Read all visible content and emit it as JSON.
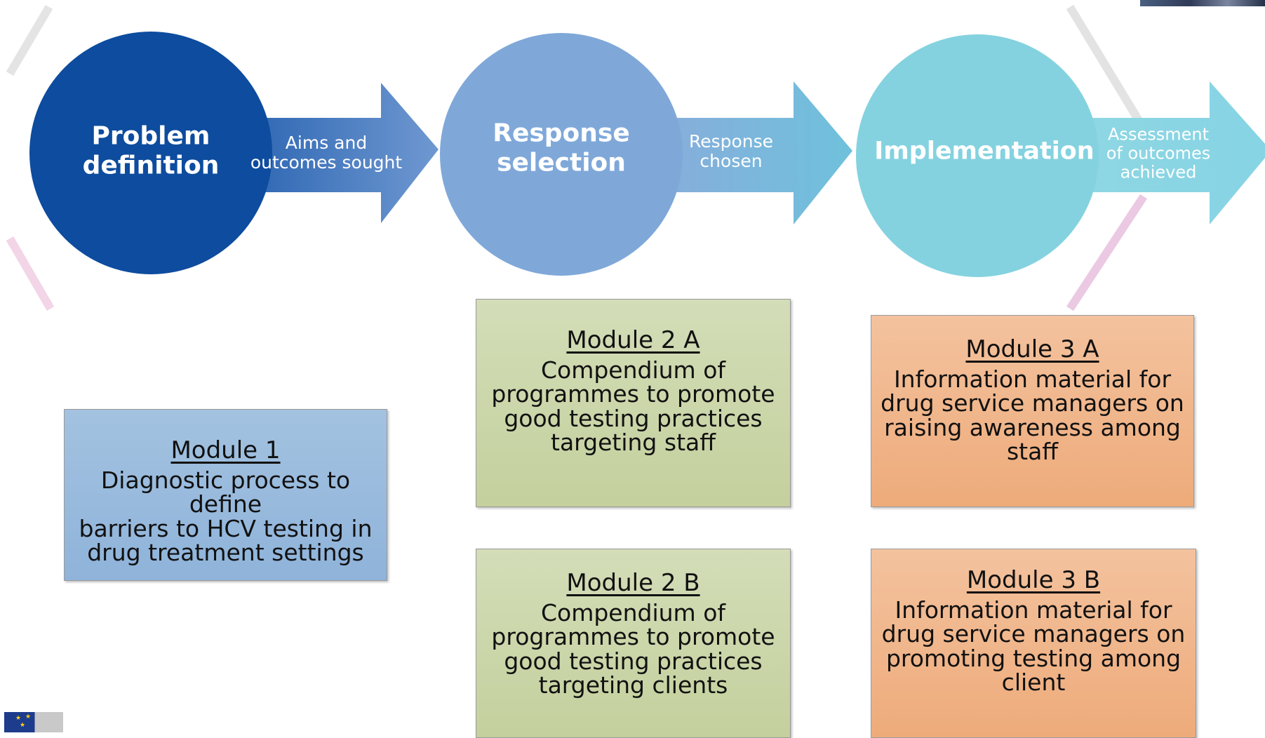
{
  "stages": [
    {
      "id": "problem",
      "lines": [
        "Problem",
        "definition"
      ],
      "color": "#0d4c9e"
    },
    {
      "id": "response",
      "lines": [
        "Response",
        "selection"
      ],
      "color": "#7fa8d9"
    },
    {
      "id": "implementation",
      "lines": [
        "Implementation"
      ],
      "color": "#84d2e0"
    }
  ],
  "arrows": [
    {
      "id": "aims",
      "lines": [
        "Aims and",
        "outcomes sought"
      ]
    },
    {
      "id": "chosen",
      "lines": [
        "Response",
        "chosen"
      ]
    },
    {
      "id": "assessment",
      "lines": [
        "Assessment",
        "of outcomes",
        "achieved"
      ]
    }
  ],
  "modules": [
    {
      "id": "module-1",
      "title": "Module 1",
      "desc": [
        "Diagnostic process to define",
        "barriers to HCV testing in",
        "drug treatment settings"
      ],
      "color": "#9dbde0"
    },
    {
      "id": "module-2a",
      "title": "Module 2 A",
      "desc": [
        "Compendium of",
        "programmes to promote",
        "good testing practices",
        "targeting staff"
      ],
      "color": "#cdd8b0"
    },
    {
      "id": "module-2b",
      "title": "Module 2 B",
      "desc": [
        "Compendium of",
        "programmes to promote",
        "good testing practices",
        "targeting clients"
      ],
      "color": "#cdd8b0"
    },
    {
      "id": "module-3a",
      "title": "Module 3 A",
      "desc": [
        "Information material for",
        "drug service managers on",
        "raising awareness among",
        "staff"
      ],
      "color": "#f1b88c"
    },
    {
      "id": "module-3b",
      "title": "Module 3 B",
      "desc": [
        "Information material for",
        "drug service managers on",
        "promoting testing among",
        "client"
      ],
      "color": "#f1b88c"
    }
  ]
}
